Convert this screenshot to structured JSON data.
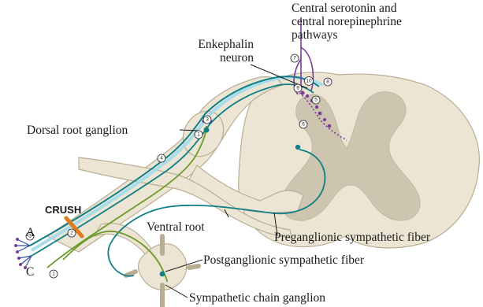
{
  "labels": {
    "central_pathways": [
      "Central serotonin and",
      "central norepinephrine",
      "pathways"
    ],
    "enkephalin": [
      "Enkephalin",
      "neuron"
    ],
    "dorsal_root_ganglion": "Dorsal root ganglion",
    "crush": "CRUSH",
    "ventral_root": "Ventral root",
    "preganglionic": "Preganglionic sympathetic fiber",
    "postganglionic": "Postganglionic sympathetic fiber",
    "sympathetic_chain": "Sympathetic chain ganglion",
    "a": "A",
    "c": "C"
  },
  "markers": [
    "1",
    "2",
    "3",
    "4",
    "5",
    "6",
    "7",
    "8",
    "9",
    "10",
    "1",
    "2",
    "3"
  ],
  "colors": {
    "tissue": "#ece5d3",
    "tissue_edge": "#b9ae94",
    "grey_matter": "#ccc4af",
    "teal_fiber": "#0e7f86",
    "light_fiber": "#a9dcea",
    "green_fiber": "#6a9a2a",
    "purple": "#7a3d98",
    "orange": "#e07b20"
  }
}
